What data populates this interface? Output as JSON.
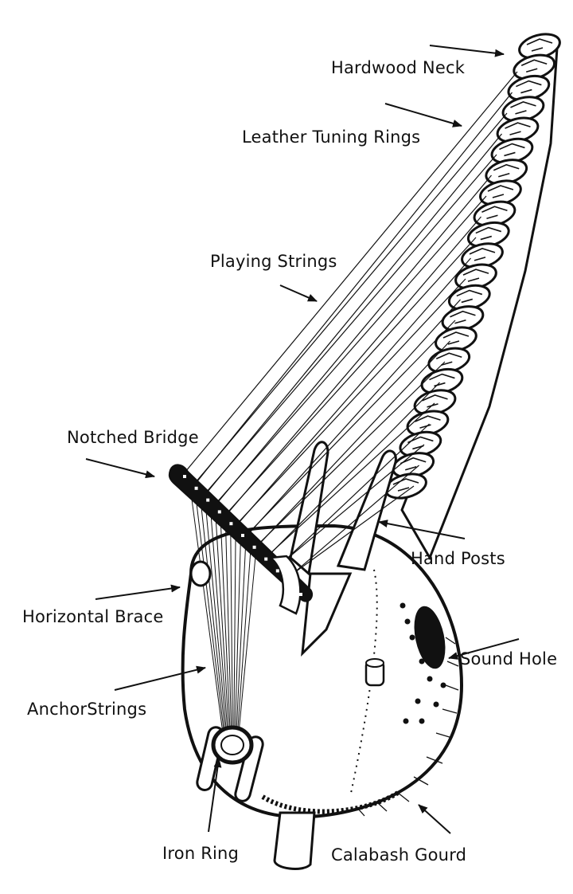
{
  "labels": {
    "hardwood_neck": "Hardwood Neck",
    "leather_tuning_rings": "Leather Tuning Rings",
    "playing_strings": "Playing Strings",
    "notched_bridge": "Notched Bridge",
    "hand_posts": "Hand Posts",
    "horizontal_brace": "Horizontal Brace",
    "sound_hole": "Sound Hole",
    "anchor_strings": "AnchorStrings",
    "iron_ring": "Iron Ring",
    "calabash_gourd": "Calabash Gourd"
  },
  "colors": {
    "ink": "#111111",
    "paper": "#ffffff"
  }
}
